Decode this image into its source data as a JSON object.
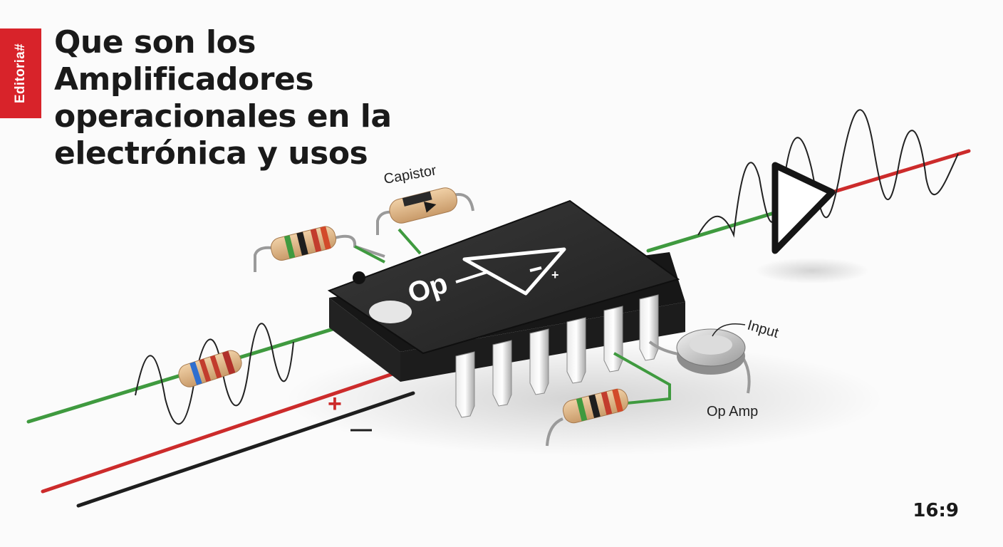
{
  "brand": {
    "label": "Editoria#",
    "color": "#d8232a"
  },
  "title": {
    "lines": [
      "Que son los",
      "Amplificadores",
      "operacionales en la",
      "electrónica y usos"
    ]
  },
  "chip": {
    "label": "Op"
  },
  "labels": {
    "capacitor": "Capistor",
    "input": "Input",
    "op_amp": "Op Amp"
  },
  "rails": {
    "plus": "+",
    "minus": "—"
  },
  "chip_pin_signs": {
    "plus": "+"
  },
  "aspect_ratio": "16:9",
  "colors": {
    "wire_green": "#3f9a3f",
    "wire_red": "#cc2b2b",
    "chip_body": "#2b2b2b"
  },
  "icons": [
    "op-amp-chip",
    "triangle-amplifier-symbol",
    "resistor-icon",
    "capacitor-icon",
    "disc-capacitor-icon",
    "sine-wave-icon"
  ]
}
